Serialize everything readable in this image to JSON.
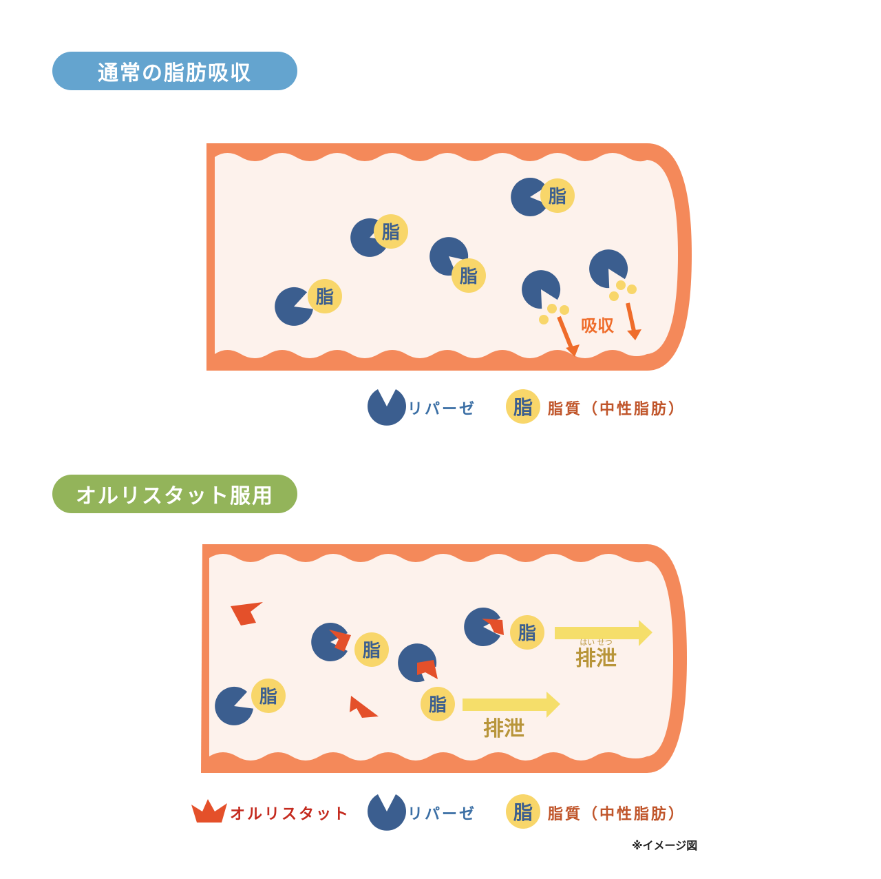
{
  "section1": {
    "title": "通常の脂肪吸収"
  },
  "section2": {
    "title": "オルリスタット服用"
  },
  "fat_glyph": "脂",
  "absorb_label": "吸収",
  "excrete_label": "排泄",
  "excrete_ruby": "はい せつ",
  "legend": {
    "orlistat": "オルリスタット",
    "lipase": "リパーゼ",
    "fat": "脂質（中性脂肪）"
  },
  "note": "※イメージ図",
  "colors": {
    "wall": "#f4895a",
    "lumen": "#fdf2ec",
    "lipase": "#3b5e8f",
    "fat": "#f8d66a",
    "orlistat": "#e4502a",
    "absorb_arrow": "#ef6c2a",
    "excrete_arrow": "#f5de6a",
    "excrete_text": "#b8953a",
    "blue_pill": "#64a4cf",
    "green_pill": "#93b45a"
  }
}
